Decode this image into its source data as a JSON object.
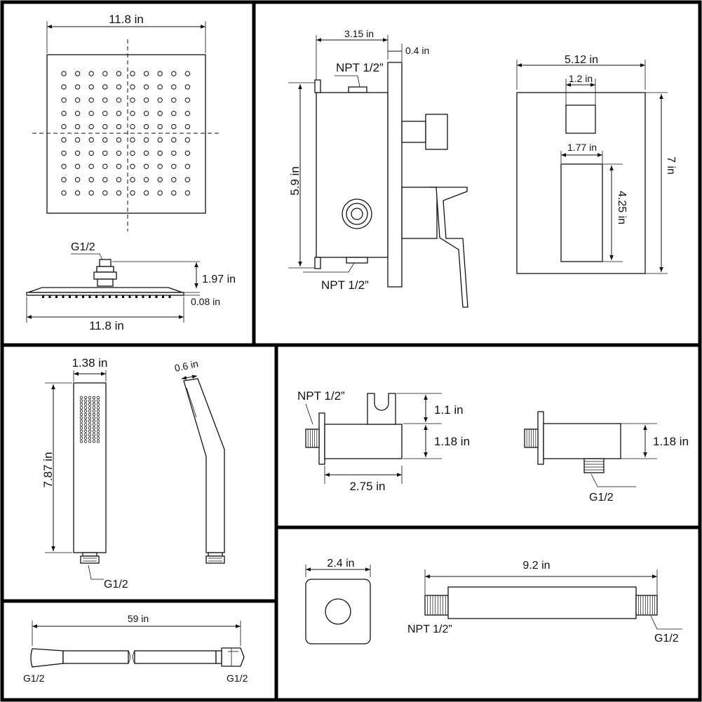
{
  "panels": {
    "shower_head": {
      "top_width": "11.8 in",
      "connector": "G1/2",
      "height": "1.97 in",
      "thickness": "0.08 in",
      "side_width": "11.8 in"
    },
    "valve": {
      "depth": "3.15 in",
      "plate_thickness": "0.4 in",
      "top_port": "NPT 1/2”",
      "height": "5.9 in",
      "bottom_port": "NPT 1/2”",
      "plate_width": "5.12 in",
      "square_width": "1.2 in",
      "handle_width": "1.77 in",
      "plate_height": "7 in",
      "handle_height": "4.25 in"
    },
    "hand_shower": {
      "width": "1.38 in",
      "length": "7.87 in",
      "side_thickness": "0.6 in",
      "connector": "G1/2"
    },
    "wall_outlets": {
      "port": "NPT 1/2”",
      "holder_height": "1.1 in",
      "outlet_height_a": "1.18 in",
      "length": "2.75 in",
      "outlet_height_b": "1.18 in",
      "connector": "G1/2"
    },
    "hose": {
      "length": "59 in",
      "left_connector": "G1/2",
      "right_connector": "G1/2"
    },
    "arm": {
      "flange_width": "2.4 in",
      "arm_length": "9.2 in",
      "left_port": "NPT 1/2”",
      "right_connector": "G1/2"
    }
  }
}
